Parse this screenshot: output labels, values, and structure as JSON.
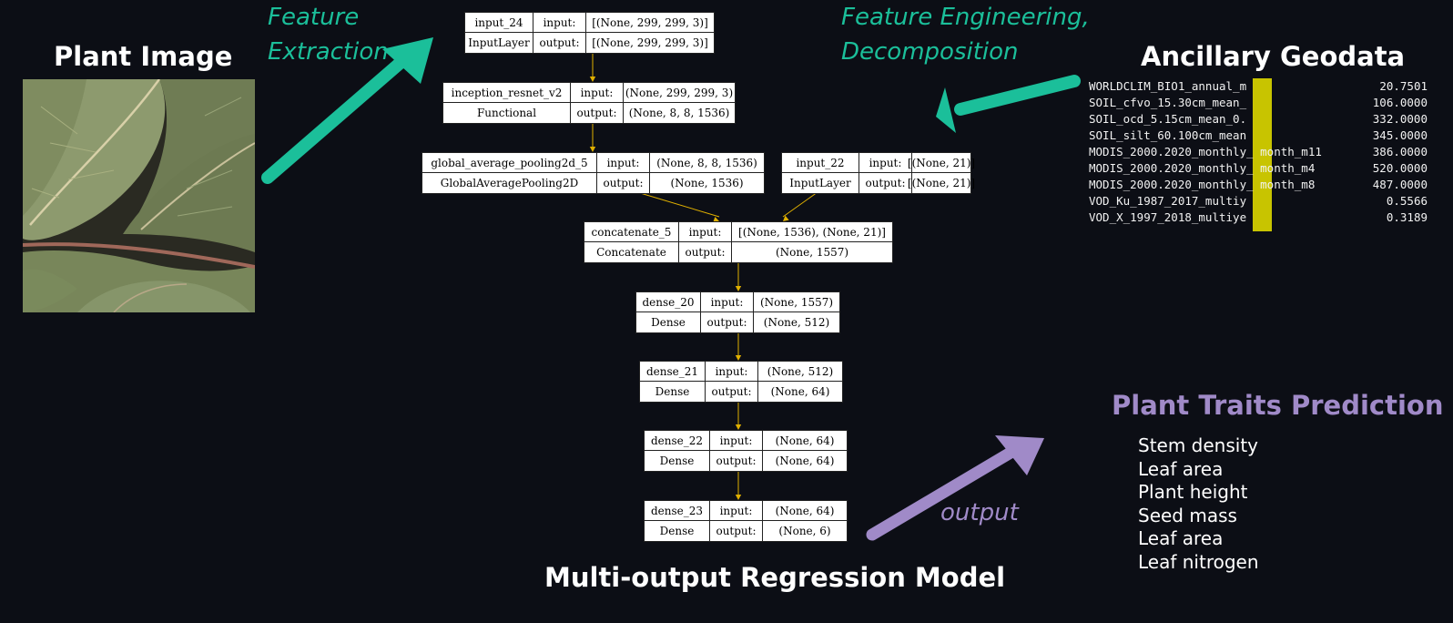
{
  "plant_image": {
    "heading": "Plant Image"
  },
  "feature_extraction": {
    "line1": "Feature",
    "line2": "Extraction"
  },
  "feature_engineering": {
    "line1": "Feature Engineering,",
    "line2": "Decomposition"
  },
  "ancillary_geodata": {
    "heading": "Ancillary Geodata",
    "rows": [
      {
        "name": "WORLDCLIM_BIO1_annual_m",
        "value": "20.7501"
      },
      {
        "name": "SOIL_cfvo_15.30cm_mean_",
        "value": "106.0000"
      },
      {
        "name": "SOIL_ocd_5.15cm_mean_0.",
        "value": "332.0000"
      },
      {
        "name": "SOIL_silt_60.100cm_mean",
        "value": "345.0000"
      },
      {
        "name": "MODIS_2000.2020_monthly_ month_m11",
        "value": "386.0000"
      },
      {
        "name": "MODIS_2000.2020_monthly_ month_m4",
        "value": "520.0000"
      },
      {
        "name": "MODIS_2000.2020_monthly_ month_m8",
        "value": "487.0000"
      },
      {
        "name": "VOD_Ku_1987_2017_multiy",
        "value": "0.5566"
      },
      {
        "name": "VOD_X_1997_2018_multiye",
        "value": "0.3189"
      }
    ]
  },
  "model": {
    "title": "Multi-output Regression Model",
    "nodes": [
      {
        "name": "input_24",
        "type": "InputLayer",
        "input_label": "input:",
        "output_label": "output:",
        "input": "[(None, 299, 299, 3)]",
        "output": "[(None, 299, 299, 3)]"
      },
      {
        "name": "inception_resnet_v2",
        "type": "Functional",
        "input_label": "input:",
        "output_label": "output:",
        "input": "(None, 299, 299, 3)",
        "output": "(None, 8, 8, 1536)"
      },
      {
        "name": "global_average_pooling2d_5",
        "type": "GlobalAveragePooling2D",
        "input_label": "input:",
        "output_label": "output:",
        "input": "(None, 8, 8, 1536)",
        "output": "(None, 1536)"
      },
      {
        "name": "input_22",
        "type": "InputLayer",
        "input_label": "input:",
        "output_label": "output:",
        "input": "[(None, 21)]",
        "output": "[(None, 21)]"
      },
      {
        "name": "concatenate_5",
        "type": "Concatenate",
        "input_label": "input:",
        "output_label": "output:",
        "input": "[(None, 1536), (None, 21)]",
        "output": "(None, 1557)"
      },
      {
        "name": "dense_20",
        "type": "Dense",
        "input_label": "input:",
        "output_label": "output:",
        "input": "(None, 1557)",
        "output": "(None, 512)"
      },
      {
        "name": "dense_21",
        "type": "Dense",
        "input_label": "input:",
        "output_label": "output:",
        "input": "(None, 512)",
        "output": "(None, 64)"
      },
      {
        "name": "dense_22",
        "type": "Dense",
        "input_label": "input:",
        "output_label": "output:",
        "input": "(None, 64)",
        "output": "(None, 64)"
      },
      {
        "name": "dense_23",
        "type": "Dense",
        "input_label": "input:",
        "output_label": "output:",
        "input": "(None, 64)",
        "output": "(None, 6)"
      }
    ]
  },
  "output_label": "output",
  "prediction": {
    "heading": "Plant Traits Prediction",
    "traits": [
      "Stem density",
      "Leaf area",
      "Plant height",
      "Seed mass",
      "Leaf area",
      "Leaf nitrogen"
    ]
  },
  "colors": {
    "teal": "#1bbf9a",
    "purple": "#a08ac8",
    "edge": "#e0b000",
    "highlight": "#c8c400",
    "background": "#0c0e15"
  }
}
